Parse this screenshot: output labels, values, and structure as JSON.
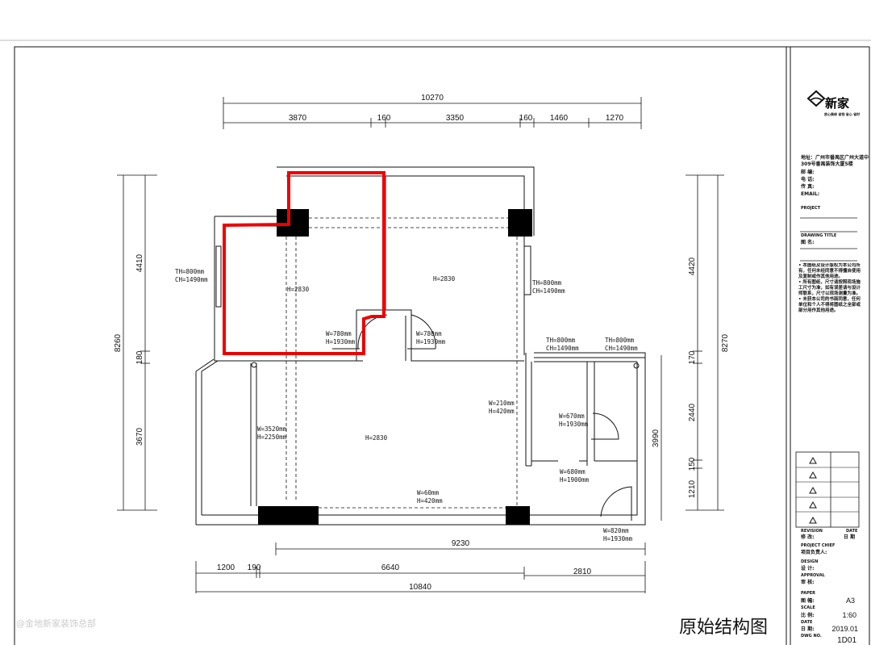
{
  "drawing": {
    "title": "原始结构图",
    "watermark": "@金地新家装饰总部",
    "dimensions": {
      "top_total": "10270",
      "top_segments": [
        "3870",
        "160",
        "3350",
        "160",
        "1460",
        "1270"
      ],
      "left_total": "8260",
      "left_segments": [
        "4410",
        "180",
        "3670"
      ],
      "right_total": "8270",
      "right_segments": [
        "4420",
        "170",
        "2440",
        "150",
        "1210"
      ],
      "right_inner": "3990",
      "bottom_inner": "9230",
      "bottom_segments": [
        "1200",
        "190",
        "6640",
        "2810"
      ],
      "bottom_total": "10840"
    },
    "labels": {
      "window_left": [
        "TH=800mm",
        "CH=1490mm"
      ],
      "window_right": [
        "TH=800mm",
        "CH=1490mm"
      ],
      "window_bath1": [
        "TH=800mm",
        "CH=1490mm"
      ],
      "window_bath2": [
        "TH=800mm",
        "CH=1490mm"
      ],
      "room1_height": "H=2830",
      "room2_height": "H=2830",
      "living_height": "H=2830",
      "door1": [
        "W=780mm",
        "H=1930mm"
      ],
      "door2": [
        "W=780mm",
        "H=1930mm"
      ],
      "beam1": [
        "W=210mm",
        "H=420mm"
      ],
      "door_bath": [
        "W=670mm",
        "H=1930mm"
      ],
      "door_kitchen": [
        "W=680mm",
        "H=1900mm"
      ],
      "balcony_door": [
        "W=3520mm",
        "H=2250mm"
      ],
      "beam2": [
        "W=60mm",
        "H=420mm"
      ],
      "entry_door": [
        "W=820mm",
        "H=1930mm"
      ]
    }
  },
  "title_block": {
    "brand": "新家",
    "brand_sub": "放心装修 省钱 省心 省时",
    "address": [
      "地址：广州市番禺区广州大道中",
      "309号番禺装饰大厦5楼"
    ],
    "fields": [
      "邮 编:",
      "电 话:",
      "传 真:",
      "EMAIL:"
    ],
    "project_label": "PROJECT",
    "drawing_title_label": "DRAWING TITLE",
    "drawing_name_label": "图 名:",
    "notes": [
      "• 本图纸及设计版权为本公司所有，任何未经同意不得擅自使用及复制或作其他用途。",
      "• 所有图纸，尺寸请按照现场施工尺寸为准，如有误差请与设计师联系，尺寸以现场测量为准。",
      "• 未获本公司的书面同意，任何单位和个人不得将图纸之全部或部分用作其他用途。"
    ],
    "revision_label": "REVISION",
    "revision_cn": "修 改:",
    "date_label": "DATE",
    "date_cn": "日 期",
    "project_chief_label": "PROJECT CHIEF",
    "project_chief_cn": "项目负责人:",
    "design_label": "DESIGN",
    "design_cn": "设 计:",
    "approval_label": "APPROVAL",
    "approval_cn": "审 核:",
    "paper_label": "PAPER",
    "paper_cn": "图 幅:",
    "paper_value": "A3",
    "scale_label": "SCALE",
    "scale_cn": "比 例:",
    "scale_value": "1:60",
    "date2_label": "DATE",
    "date2_cn": "日 期:",
    "date2_value": "2019.01",
    "dwg_label": "DWG NO.",
    "dwg_value": "1D01"
  }
}
